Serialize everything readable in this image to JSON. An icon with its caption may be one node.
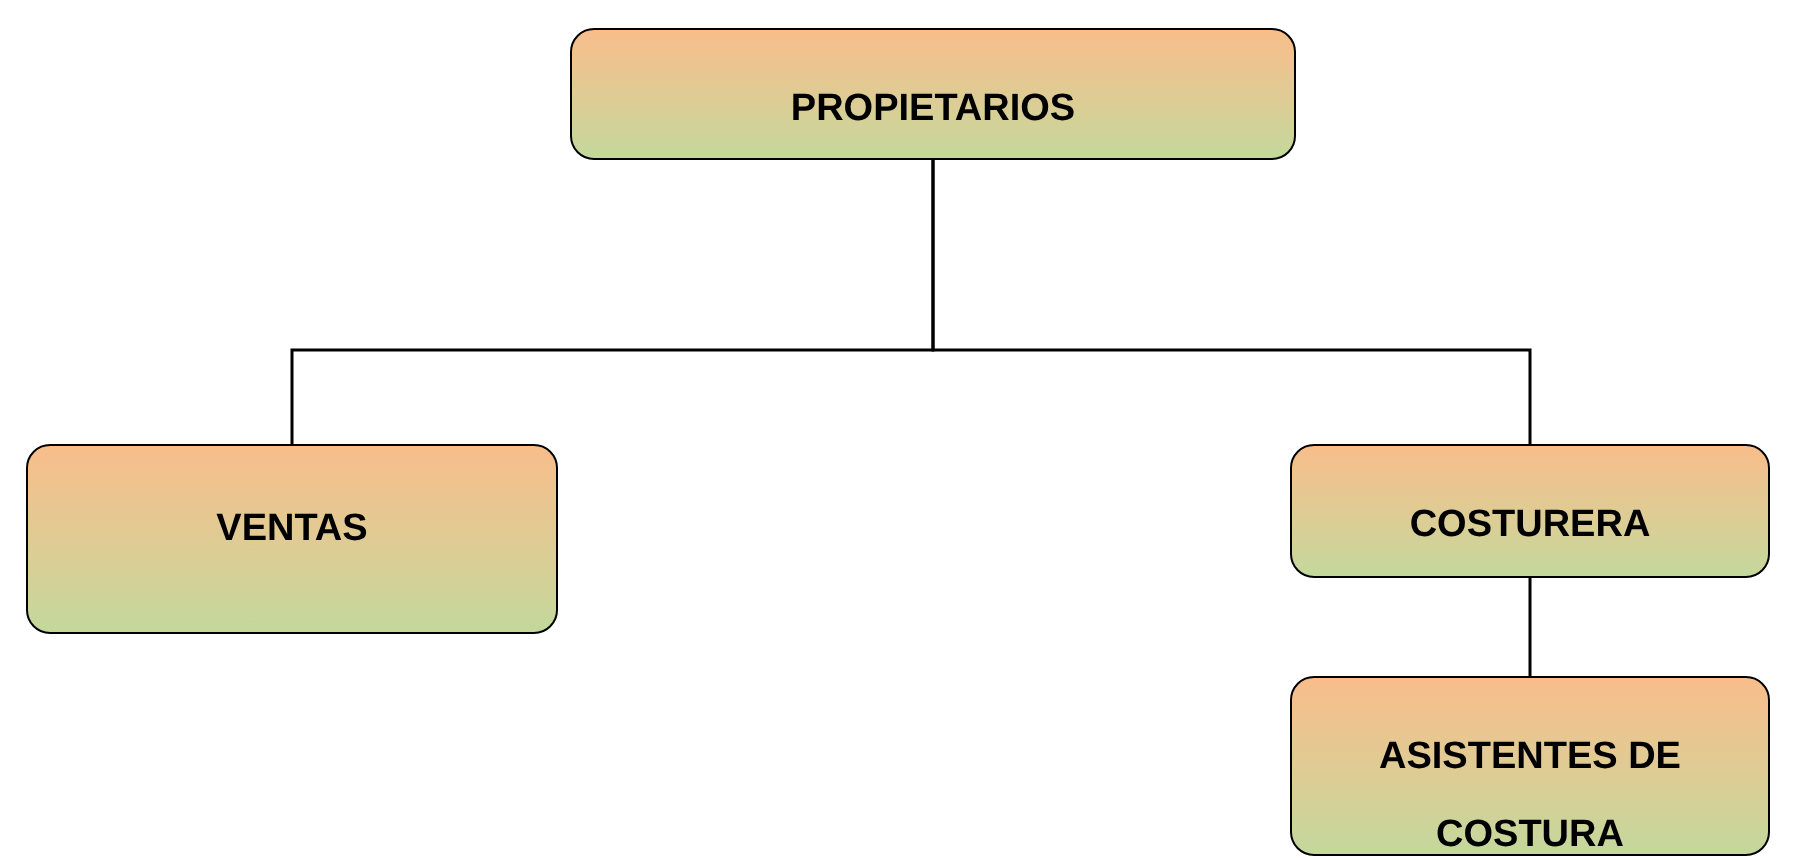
{
  "diagram": {
    "nodes": [
      {
        "text": [
          "PROPIETARIOS"
        ]
      },
      {
        "text": [
          "VENTAS"
        ]
      },
      {
        "text": [
          "COSTURERA"
        ]
      },
      {
        "text": [
          "ASISTENTES DE COSTURA"
        ]
      }
    ],
    "edges": [
      {
        "from": 0,
        "to": 1,
        "arrow": "none"
      },
      {
        "from": 0,
        "to": 2,
        "arrow": "none"
      },
      {
        "from": 2,
        "to": 3,
        "arrow": "none"
      }
    ]
  }
}
